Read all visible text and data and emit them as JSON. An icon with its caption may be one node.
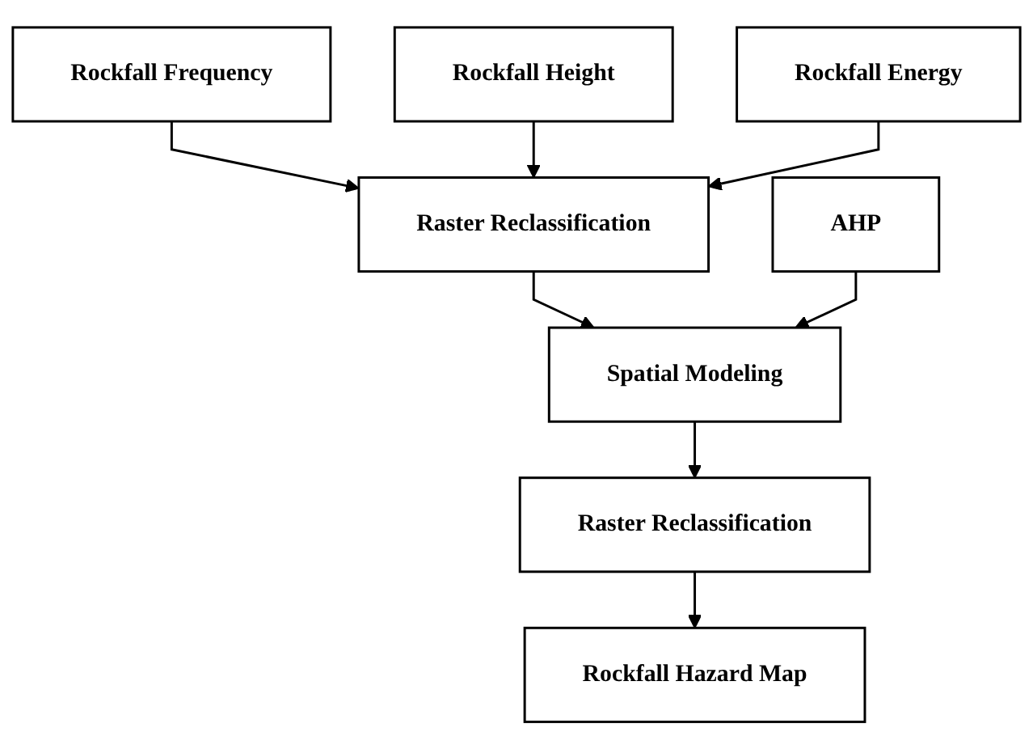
{
  "diagram": {
    "nodes": [
      {
        "text": [
          "Rockfall Frequency"
        ]
      },
      {
        "text": [
          "Rockfall Height"
        ]
      },
      {
        "text": [
          "Rockfall Energy"
        ]
      },
      {
        "text": [
          "Raster Reclassification"
        ]
      },
      {
        "text": [
          "Spatial Modeling"
        ]
      },
      {
        "text": [
          "AHP"
        ]
      },
      {
        "text": [
          "Raster Reclassification"
        ]
      },
      {
        "text": [
          "Rockfall Hazard Map"
        ]
      }
    ],
    "edges": [
      {
        "from": 0,
        "to": 3,
        "arrow": "to"
      },
      {
        "from": 1,
        "to": 3,
        "arrow": "to"
      },
      {
        "from": 2,
        "to": 3,
        "arrow": "to"
      },
      {
        "from": 3,
        "to": 4,
        "arrow": "to"
      },
      {
        "from": 5,
        "to": 4,
        "arrow": "to"
      },
      {
        "from": 4,
        "to": 6,
        "arrow": "to"
      },
      {
        "from": 6,
        "to": 7,
        "arrow": "to"
      }
    ]
  }
}
